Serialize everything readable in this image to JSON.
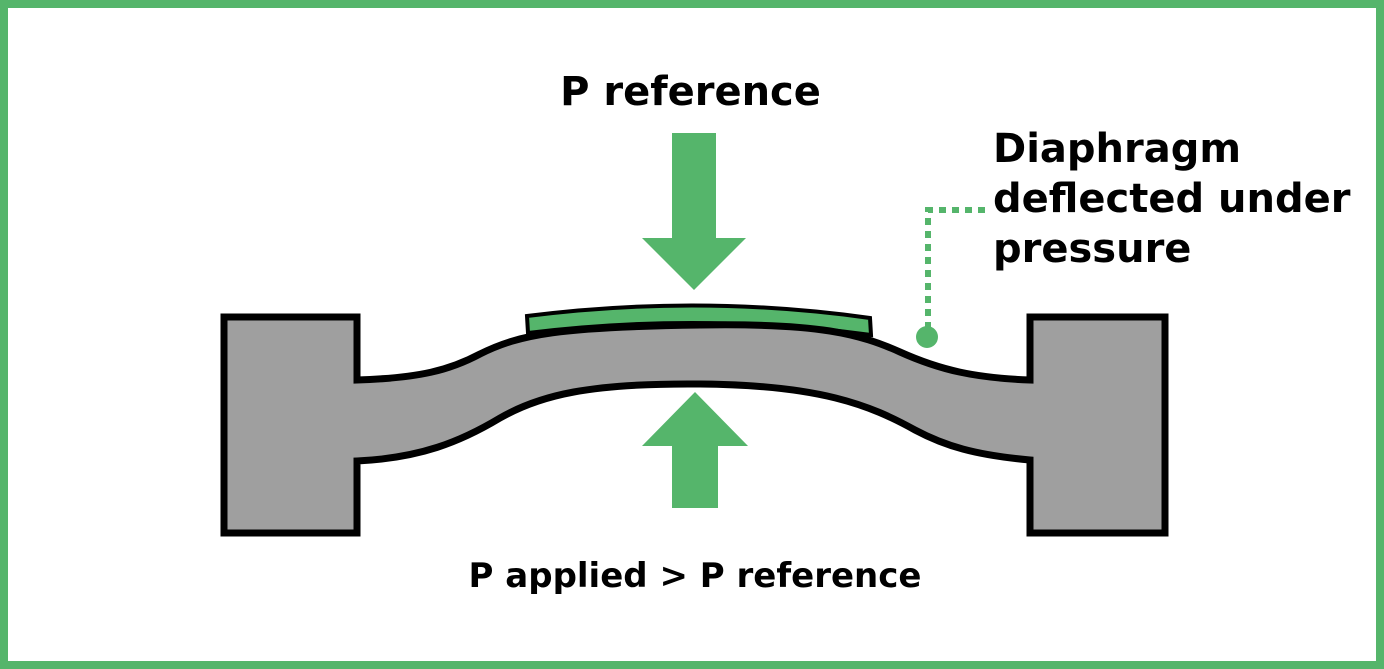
{
  "labels": {
    "top": "P reference",
    "bottom": "P applied > P reference",
    "side": "Diaphragm deflected under pressure"
  },
  "colors": {
    "accent_green": "#55b56b",
    "body_gray": "#9f9f9f",
    "outline": "#000000"
  },
  "icons": {
    "down_arrow": "arrow-down-icon",
    "up_arrow": "arrow-up-icon"
  }
}
